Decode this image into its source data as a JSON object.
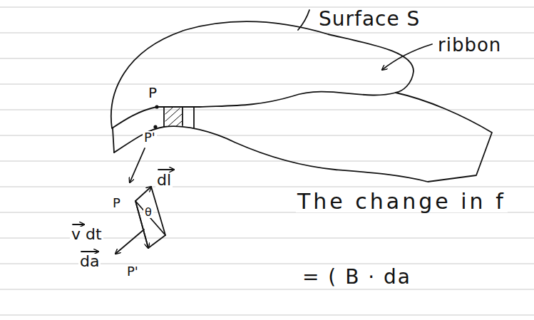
{
  "diagram": {
    "labels": [
      "Surface S",
      "ribbon",
      "P",
      "P'",
      "P",
      "dl",
      "θ",
      "v dt",
      "da",
      "P'",
      "The change in f",
      "= ( B · da"
    ]
  }
}
